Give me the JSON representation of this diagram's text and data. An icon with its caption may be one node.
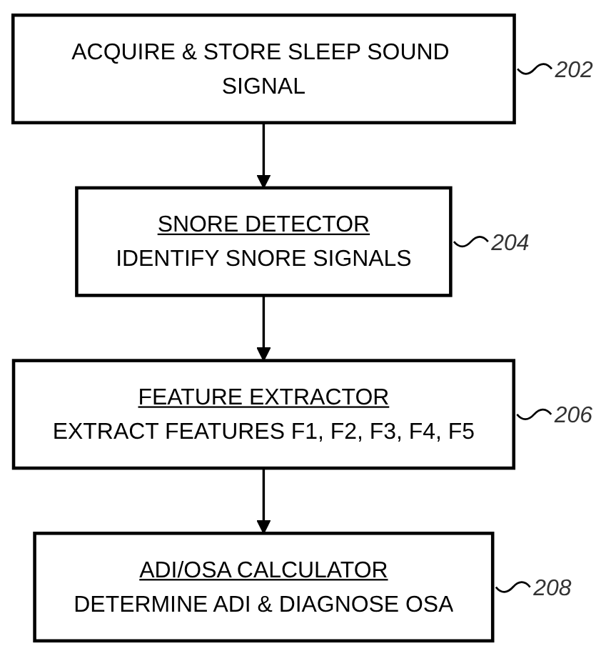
{
  "diagram": {
    "nodes": [
      {
        "text": [
          "ACQUIRE & STORE SLEEP SOUND SIGNAL"
        ]
      },
      {
        "text": [
          "SNORE DETECTOR",
          "IDENTIFY SNORE SIGNALS"
        ]
      },
      {
        "text": [
          "FEATURE EXTRACTOR",
          "EXTRACT FEATURES F1, F2, F3, F4, F5"
        ]
      },
      {
        "text": [
          "ADI/OSA CALCULATOR",
          "DETERMINE ADI & DIAGNOSE OSA"
        ]
      },
      {
        "text": [
          "202"
        ]
      },
      {
        "text": [
          "204"
        ]
      },
      {
        "text": [
          "206"
        ]
      },
      {
        "text": [
          "208"
        ]
      }
    ],
    "edges": [
      {
        "from": 0,
        "to": 1,
        "arrow": "to"
      },
      {
        "from": 1,
        "to": 2,
        "arrow": "to"
      },
      {
        "from": 2,
        "to": 3,
        "arrow": "to"
      },
      {
        "from": 4,
        "to": 0,
        "arrow": "none"
      },
      {
        "from": 5,
        "to": 1,
        "arrow": "none"
      },
      {
        "from": 6,
        "to": 2,
        "arrow": "none"
      },
      {
        "from": 7,
        "to": 3,
        "arrow": "none"
      }
    ]
  }
}
